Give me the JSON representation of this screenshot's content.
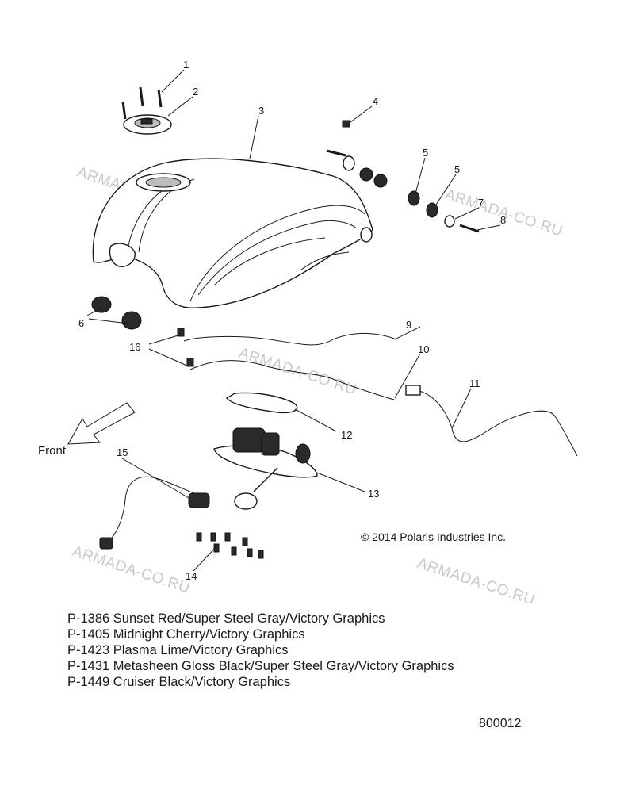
{
  "watermark_text": "ARMADA-CO.RU",
  "callouts": [
    "1",
    "2",
    "3",
    "4",
    "5",
    "5",
    "7",
    "8",
    "6",
    "9",
    "10",
    "11",
    "16",
    "12",
    "15",
    "13",
    "14"
  ],
  "front_label": "Front",
  "copyright": "© 2014 Polaris Industries Inc.",
  "legend": [
    "P-1386 Sunset Red/Super Steel Gray/Victory Graphics",
    "P-1405 Midnight Cherry/Victory Graphics",
    "P-1423 Plasma Lime/Victory Graphics",
    "P-1431 Metasheen Gloss Black/Super Steel Gray/Victory Graphics",
    "P-1449 Cruiser Black/Victory Graphics"
  ],
  "diagram_number": "800012"
}
